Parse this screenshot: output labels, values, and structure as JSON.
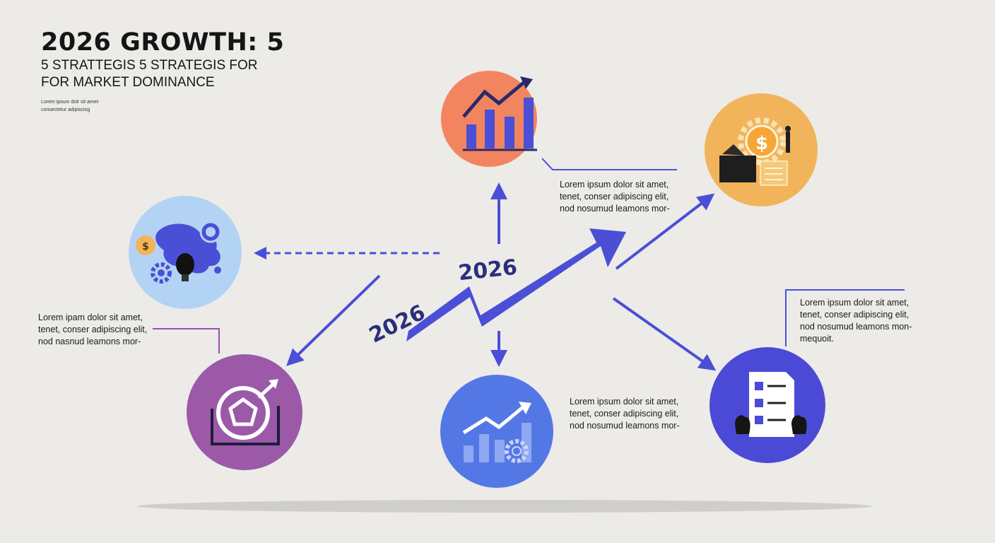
{
  "header": {
    "title": "2026 GROWTH: 5",
    "subtitle_line1": "5 STRATTEGIS 5 STRATEGIS FOR",
    "subtitle_line2": "FOR MARKET DOMINANCE",
    "note_line1": "Lorem ipsum dolr sit amet-",
    "note_line2": "consectetur adipiscing"
  },
  "center": {
    "year_upper": "2026",
    "year_lower": "2026"
  },
  "captions": [
    {
      "id": "top",
      "lines": [
        "Lorem ipsum dolor sit amet,",
        "tenet, conser adipiscing elit,",
        "nod nosumud leamons mor-"
      ]
    },
    {
      "id": "left",
      "lines": [
        "Lorem ipam dolor sit amet,",
        "tenet, conser adipiscing elit,",
        "nod nasnud leamons mor-"
      ]
    },
    {
      "id": "right",
      "lines": [
        "Lorem ipsum dolor sit amet,",
        "tenet, conser adipiscing elit,",
        "nod nosumud leamons mon-",
        "mequoit."
      ]
    },
    {
      "id": "bottom",
      "lines": [
        "Lorem ipsum dolor sit amet,",
        "tenet, conser adipiscing elit,",
        "nod nosumud leamons mor-"
      ]
    }
  ],
  "strategies": [
    {
      "name": "analytics-growth",
      "color": "#f2855f",
      "icon": "bar-chart-growth-icon"
    },
    {
      "name": "finance-operations",
      "color": "#f2b45a",
      "icon": "dollar-gear-icon"
    },
    {
      "name": "global-expansion",
      "color": "#b3d3f4",
      "icon": "world-map-lightbulb-icon"
    },
    {
      "name": "target-focus",
      "color": "#9b59a8",
      "icon": "target-icon"
    },
    {
      "name": "performance-gears",
      "color": "#5477e6",
      "icon": "chart-gear-icon"
    },
    {
      "name": "compliance-checklist",
      "color": "#4a4ad6",
      "icon": "checklist-icon"
    }
  ],
  "colors": {
    "arrow": "#4a4fd6",
    "background": "#ecebe8",
    "leader_purple": "#9a4fae"
  }
}
